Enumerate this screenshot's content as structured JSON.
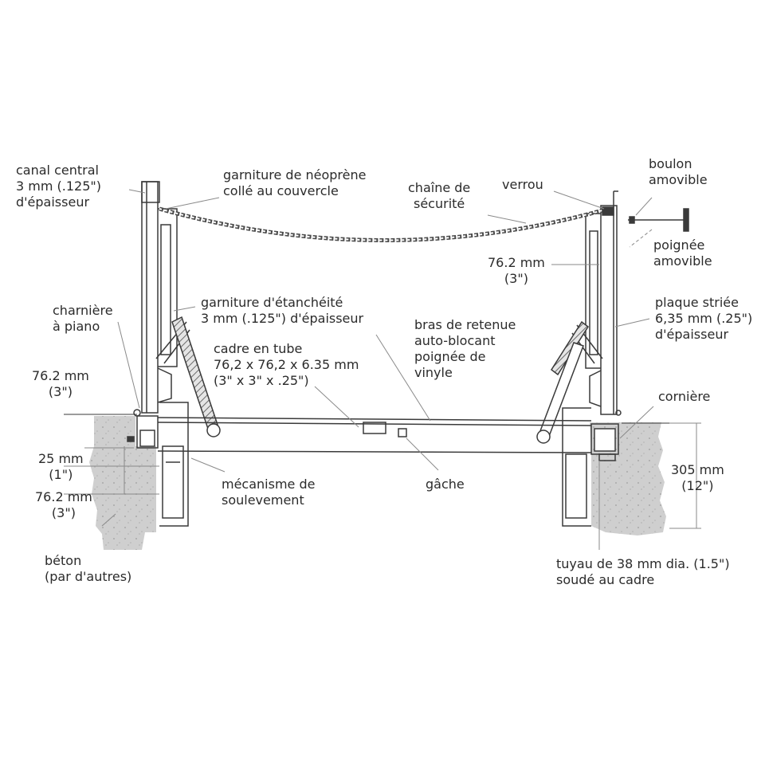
{
  "labels": {
    "canal_central": [
      "canal central",
      "3 mm (.125\")",
      "d'épaisseur"
    ],
    "garniture_neoprene": [
      "garniture de néoprène",
      "collé au couvercle"
    ],
    "chaine": [
      "chaîne de",
      "sécurité"
    ],
    "verrou": "verrou",
    "boulon": [
      "boulon",
      "amovible"
    ],
    "poignee_amovible": [
      "poignée",
      "amovible"
    ],
    "dim_76_top_right": [
      "76.2 mm",
      "(3\")"
    ],
    "charniere": [
      "charnière",
      "à piano"
    ],
    "garniture_etancheite": [
      "garniture d'étanchéité",
      "3 mm  (.125\") d'épaisseur"
    ],
    "bras_retenue": [
      "bras de retenue",
      "auto-blocant",
      "poignée de",
      "vinyle"
    ],
    "plaque_striee": [
      "plaque striée",
      "6,35 mm (.25\")",
      "d'épaisseur"
    ],
    "cadre_tube": [
      "cadre en tube",
      "76,2 x 76,2 x 6.35 mm",
      "(3\" x 3\" x .25\")"
    ],
    "dim_76_left": [
      "76.2 mm",
      "(3\")"
    ],
    "corniere": "cornière",
    "dim_25": [
      "25 mm",
      "(1\")"
    ],
    "dim_76_left_low": [
      "76.2 mm",
      "(3\")"
    ],
    "mecanisme": [
      "mécanisme de",
      "soulevement"
    ],
    "gache": "gâche",
    "dim_305": [
      "305 mm",
      "(12\")"
    ],
    "beton": [
      "béton",
      "(par d'autres)"
    ],
    "tuyau": [
      "tuyau de 38 mm dia.  (1.5\")",
      "soudé au cadre"
    ]
  },
  "colors": {
    "line": "#3a3a3a",
    "leader": "#8a8a8a",
    "concrete": "#cfcfcf",
    "concrete_dark": "#b5b5b5",
    "text": "#2b2b2b"
  }
}
